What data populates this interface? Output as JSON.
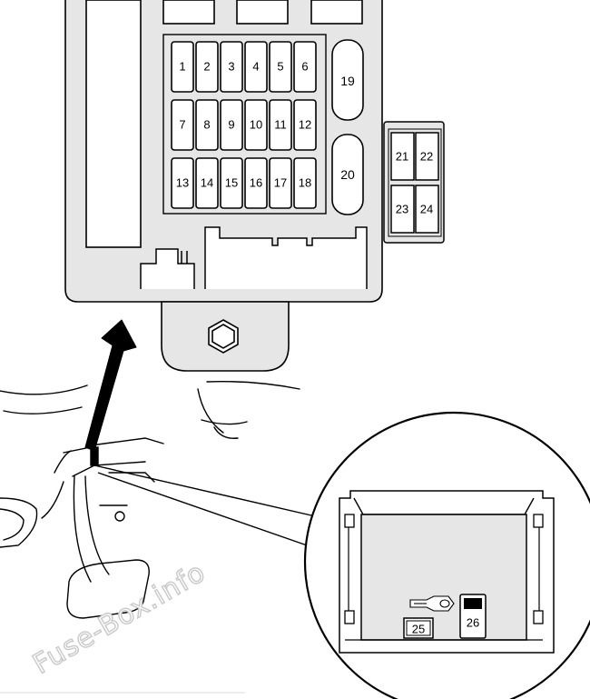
{
  "main_fuse_box": {
    "fuses_row1": [
      "1",
      "2",
      "3",
      "4",
      "5",
      "6"
    ],
    "fuses_row2": [
      "7",
      "8",
      "9",
      "10",
      "11",
      "12"
    ],
    "fuses_row3": [
      "13",
      "14",
      "15",
      "16",
      "17",
      "18"
    ],
    "large_fuses": [
      "19",
      "20"
    ]
  },
  "sub_block": {
    "fuses": [
      "21",
      "22",
      "23",
      "24"
    ]
  },
  "detail_view": {
    "fuses": [
      "25",
      "26"
    ]
  },
  "watermark": "Fuse-Box.info",
  "colors": {
    "panel_fill": "#e6e6e6",
    "line": "#000000",
    "background": "#ffffff"
  }
}
